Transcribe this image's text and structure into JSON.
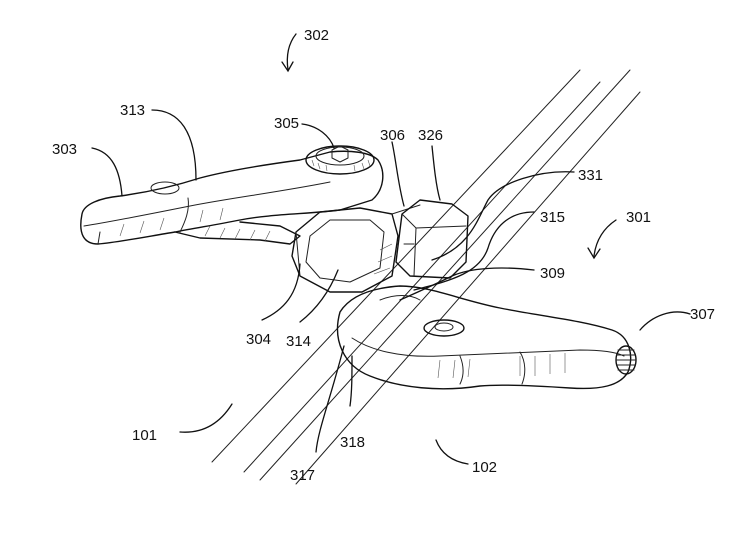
{
  "labels": {
    "l302": "302",
    "l313": "313",
    "l305": "305",
    "l306": "306",
    "l326": "326",
    "l303": "303",
    "l331": "331",
    "l301": "301",
    "l315": "315",
    "l309": "309",
    "l307": "307",
    "l304": "304",
    "l314": "314",
    "l101": "101",
    "l318": "318",
    "l317": "317",
    "l102": "102"
  }
}
